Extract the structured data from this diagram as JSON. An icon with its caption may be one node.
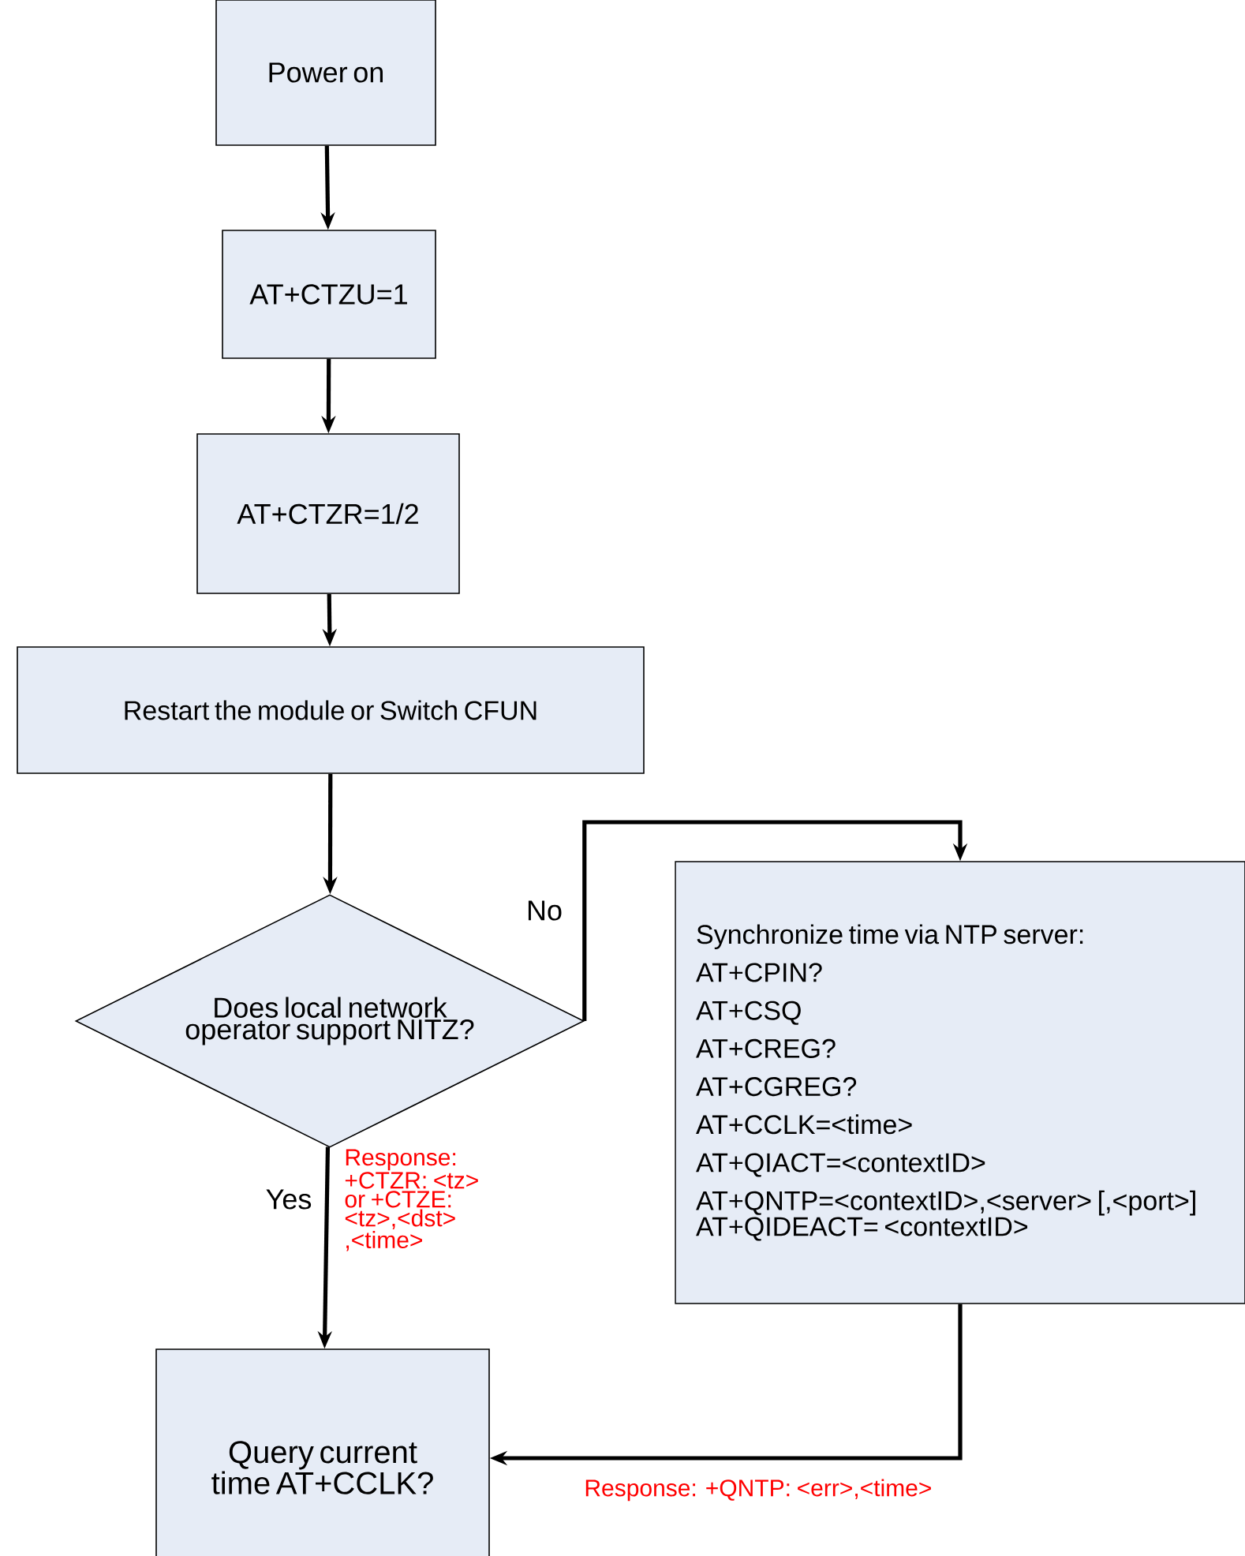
{
  "diagram": {
    "nodes": [
      {
        "text": [
          "Power on"
        ]
      },
      {
        "text": [
          "AT+CTZU=1"
        ]
      },
      {
        "text": [
          "AT+CTZR=1/2"
        ]
      },
      {
        "text": [
          "Restart the module or Switch CFUN"
        ]
      },
      {
        "text": [
          "Does local network operator support NITZ?"
        ]
      },
      {
        "text": [
          "Synchronize time via NTP server:",
          "AT+CPIN?",
          "AT+CSQ",
          "AT+CREG?",
          "AT+CGREG?",
          "AT+CCLK=<time>",
          "AT+QIACT=<contextID>",
          "AT+QNTP=<contextID>,<server> [,<port>]",
          "AT+QIDEACT= <contextID>"
        ]
      },
      {
        "text": [
          "Query current time AT+CCLK?"
        ]
      }
    ],
    "edges": [
      {
        "from": 0,
        "to": 1,
        "arrow": "to"
      },
      {
        "from": 1,
        "to": 2,
        "arrow": "to"
      },
      {
        "from": 2,
        "to": 3,
        "arrow": "to"
      },
      {
        "from": 3,
        "to": 4,
        "arrow": "to"
      },
      {
        "from": 4,
        "to": 5,
        "arrow": "to",
        "label": "No"
      },
      {
        "from": 4,
        "to": 6,
        "arrow": "to",
        "label": "Yes"
      },
      {
        "from": 5,
        "to": 6,
        "arrow": "to"
      }
    ],
    "labels": [
      "Response: +CTZR: <tz> or +CTZE: <tz>,<dst> ,<time>",
      "Response: +QNTP: <err>,<time>"
    ]
  }
}
